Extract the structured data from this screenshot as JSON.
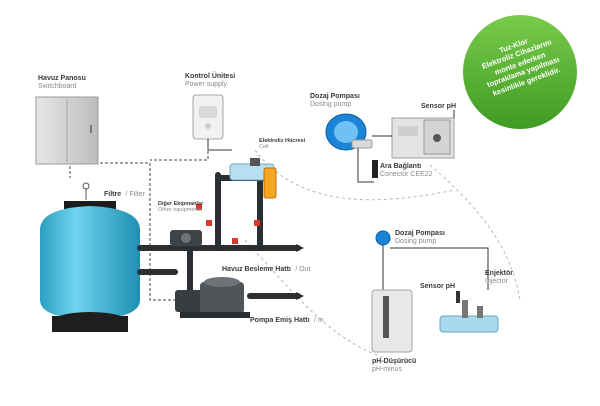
{
  "labels": {
    "switchboard": {
      "tr": "Havuz Panosu",
      "en": "Switchboard"
    },
    "control_unit": {
      "tr": "Kontrol Ünitesi",
      "en": "Power supply"
    },
    "dosing_pump_top": {
      "tr": "Dozaj Pompası",
      "en": "Dosing pump"
    },
    "sensor_ph_top": {
      "tr": "Sensor pH"
    },
    "electrolysis_cell": {
      "tr": "Elektroliz Hücresi",
      "en": "Cell"
    },
    "connector": {
      "tr": "Ara Bağlantı",
      "en": "Conector CEE22"
    },
    "filter": {
      "tr": "Filtre",
      "en": "Filter"
    },
    "other_equipment": {
      "tr": "Diğer Ekipmanlar",
      "en": "Other equipments"
    },
    "out_line": {
      "tr": "Havuz Besleme Hattı",
      "en": "Out"
    },
    "in_line": {
      "tr": "Pompa Emiş Hattı",
      "en": "In"
    },
    "dosing_pump_bottom": {
      "tr": "Dozaj Pompası",
      "en": "Dosing pump"
    },
    "sensor_ph_bottom": {
      "tr": "Sensor pH"
    },
    "injector": {
      "tr": "Enjektör",
      "en": "Injector"
    },
    "ph_minus": {
      "tr": "pH-Düşürücü",
      "en": "pH-minus"
    }
  },
  "badge": {
    "line1": "Tuz-Klor",
    "line2": "Elektroliz Cihazlarını",
    "line3": "monte ederken",
    "line4": "topraklama yapılması",
    "line5": "kesinlikle gereklidir."
  },
  "colors": {
    "badge_green": "#5cb83a",
    "tank_blue": "#4cc3e0",
    "pipe_dark": "#2b2f33",
    "accent_red": "#d9382b"
  }
}
